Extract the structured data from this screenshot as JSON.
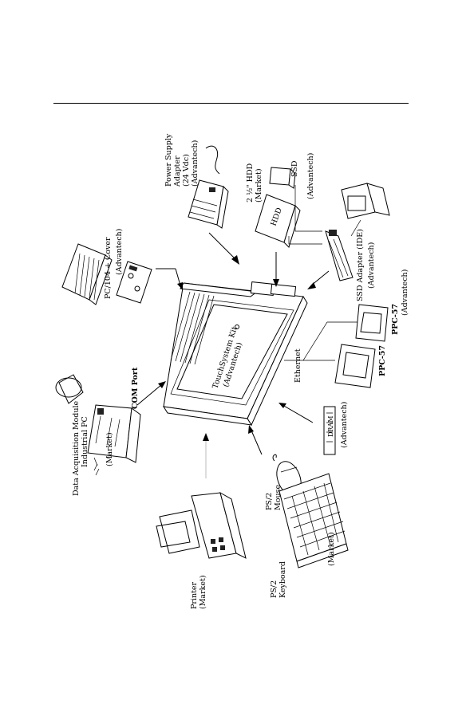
{
  "labels": {
    "power_supply": [
      "Power Supply",
      "Adapter",
      "(24 Vdc)",
      "(Advantech)"
    ],
    "pc104": "PC/104 + Cover",
    "pc104_vendor": "(Advantech)",
    "daq_module": "Data Acquisition Module",
    "industrial_pc": "Industrial PC",
    "industrial_pc_vendor": "(Market)",
    "com_port": "COM Port",
    "hdd": [
      "2 ½\" HDD",
      "(Market)"
    ],
    "hdd_chip": "HDD",
    "ssd": "SSD",
    "ssd_vendor": "(Advantech)",
    "ssd_adapter": "SSD Adapter (IDE)",
    "ssd_adapter_vendor": "(Advantech)",
    "ethernet": "Ethernet",
    "ppc57_a": "PPC-57",
    "ppc57_b": [
      "PPC-57",
      "(Advantech)"
    ],
    "kit": [
      "TouchSystem Kit",
      "(Advantech)"
    ],
    "dram_chip": "DRAM",
    "dram_vendor": "(Advantech)",
    "mouse": [
      "PS/2",
      "Mouse"
    ],
    "keyboard": [
      "PS/2",
      "Keyboard"
    ],
    "keyboard_vendor": "(Market)",
    "printer": [
      "Printer",
      "(Market)"
    ]
  }
}
